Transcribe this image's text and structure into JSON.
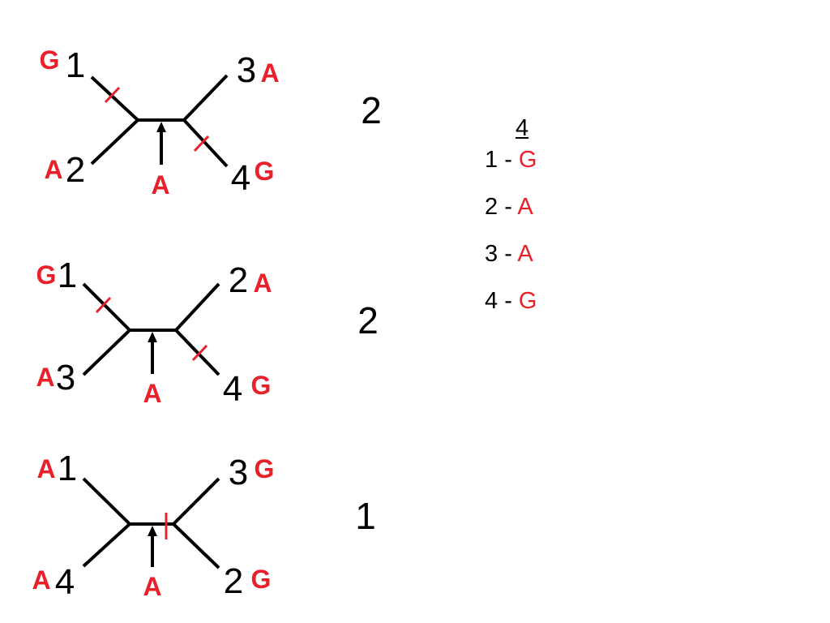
{
  "colors": {
    "line": "#000000",
    "state": "#e8202a",
    "text": "#000000"
  },
  "trees": [
    {
      "score": "2",
      "root_state": "A",
      "leaves": [
        {
          "number": "1",
          "state": "G"
        },
        {
          "number": "2",
          "state": "A"
        },
        {
          "number": "3",
          "state": "A"
        },
        {
          "number": "4",
          "state": "G"
        }
      ]
    },
    {
      "score": "2",
      "root_state": "A",
      "leaves": [
        {
          "number": "1",
          "state": "G"
        },
        {
          "number": "3",
          "state": "A"
        },
        {
          "number": "2",
          "state": "A"
        },
        {
          "number": "4",
          "state": "G"
        }
      ]
    },
    {
      "score": "1",
      "root_state": "A",
      "leaves": [
        {
          "number": "1",
          "state": "A"
        },
        {
          "number": "4",
          "state": "A"
        },
        {
          "number": "3",
          "state": "G"
        },
        {
          "number": "2",
          "state": "G"
        }
      ]
    }
  ],
  "legend": {
    "header": "4",
    "separator": " - ",
    "rows": [
      {
        "number": "1",
        "state": "G"
      },
      {
        "number": "2",
        "state": "A"
      },
      {
        "number": "3",
        "state": "A"
      },
      {
        "number": "4",
        "state": "G"
      }
    ]
  }
}
